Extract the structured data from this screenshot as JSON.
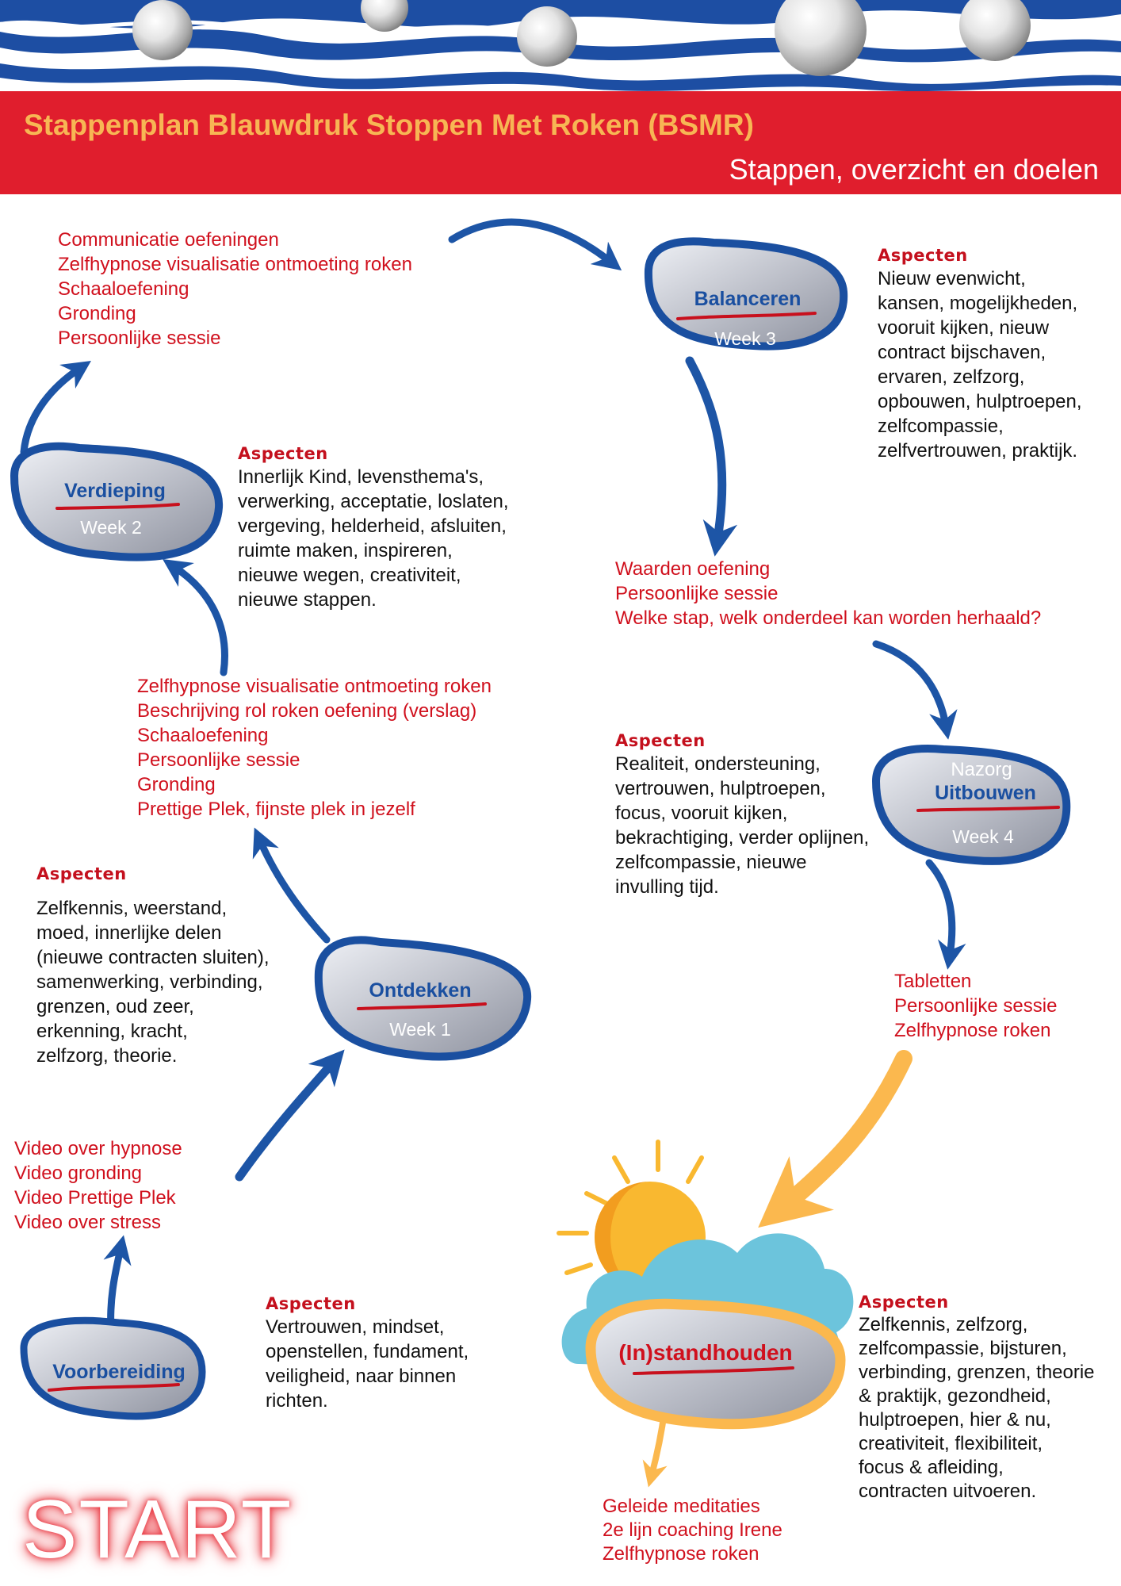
{
  "header": {
    "title": "Stappenplan Blauwdruk Stoppen Met Roken (BSMR)",
    "subtitle": "Stappen, overzicht en doelen"
  },
  "colors": {
    "banner_red": "#e01e2d",
    "title_orange": "#f7b654",
    "node_blue": "#1a4fa0",
    "activity_red": "#d0101d",
    "arrow_blue": "#1d55a6",
    "arrow_orange": "#fbb84e",
    "sun_yellow": "#f9b830",
    "cloud_blue": "#6cc4dc"
  },
  "aspect_heading": "Aspecten",
  "nodes": {
    "voorbereiding": {
      "label": "Voorbereiding"
    },
    "ontdekken": {
      "label": "Ontdekken",
      "week": "Week 1"
    },
    "verdieping": {
      "label": "Verdieping",
      "week": "Week 2"
    },
    "balanceren": {
      "label": "Balanceren",
      "week": "Week 3"
    },
    "uitbouwen": {
      "label": "Uitbouwen",
      "top": "Nazorg",
      "week": "Week 4"
    },
    "instandhouden": {
      "label": "(In)standhouden"
    }
  },
  "activities": {
    "videos": [
      "Video over hypnose",
      "Video gronding",
      "Video Prettige Plek",
      "Video over stress"
    ],
    "after_ontdekken": [
      "Zelfhypnose visualisatie ontmoeting roken",
      "Beschrijving rol roken oefening (verslag)",
      "Schaaloefening",
      "Persoonlijke sessie",
      "Gronding",
      "Prettige Plek, fijnste plek in jezelf"
    ],
    "after_verdieping": [
      "Communicatie oefeningen",
      "Zelfhypnose visualisatie ontmoeting roken",
      "Schaaloefening",
      "Gronding",
      "Persoonlijke sessie"
    ],
    "after_balanceren": [
      "Waarden oefening",
      "Persoonlijke sessie",
      "Welke stap, welk onderdeel kan worden herhaald?"
    ],
    "after_uitbouwen": [
      "Tabletten",
      "Persoonlijke sessie",
      "Zelfhypnose roken"
    ],
    "after_instandhouden": [
      "Geleide meditaties",
      "2e lijn coaching Irene",
      "Zelfhypnose roken"
    ]
  },
  "aspects": {
    "voorbereiding": [
      "Vertrouwen, mindset,",
      "openstellen, fundament,",
      "veiligheid, naar binnen",
      "richten."
    ],
    "ontdekken": [
      "Zelfkennis, weerstand,",
      "moed, innerlijke delen",
      "(nieuwe contracten sluiten),",
      "samenwerking, verbinding,",
      "grenzen, oud zeer,",
      "erkenning, kracht,",
      "zelfzorg, theorie."
    ],
    "verdieping": [
      "Innerlijk Kind, levensthema's,",
      "verwerking, acceptatie, loslaten,",
      "vergeving, helderheid, afsluiten,",
      "ruimte maken, inspireren,",
      "nieuwe wegen, creativiteit,",
      "nieuwe stappen."
    ],
    "balanceren": [
      "Nieuw evenwicht,",
      "kansen, mogelijkheden,",
      "vooruit kijken, nieuw",
      "contract bijschaven,",
      "ervaren, zelfzorg,",
      "opbouwen, hulptroepen,",
      "zelfcompassie,",
      "zelfvertrouwen, praktijk."
    ],
    "uitbouwen": [
      "Realiteit, ondersteuning,",
      "vertrouwen, hulptroepen,",
      "focus, vooruit kijken,",
      "bekrachtiging, verder oplijnen,",
      "zelfcompassie, nieuwe",
      "invulling tijd."
    ],
    "instandhouden": [
      "Zelfkennis, zelfzorg,",
      "zelfcompassie, bijsturen,",
      "verbinding, grenzen, theorie",
      "& praktijk, gezondheid,",
      "hulptroepen, hier & nu,",
      "creativiteit, flexibiliteit,",
      "focus & afleiding,",
      "contracten uitvoeren."
    ]
  },
  "start_label": "START"
}
